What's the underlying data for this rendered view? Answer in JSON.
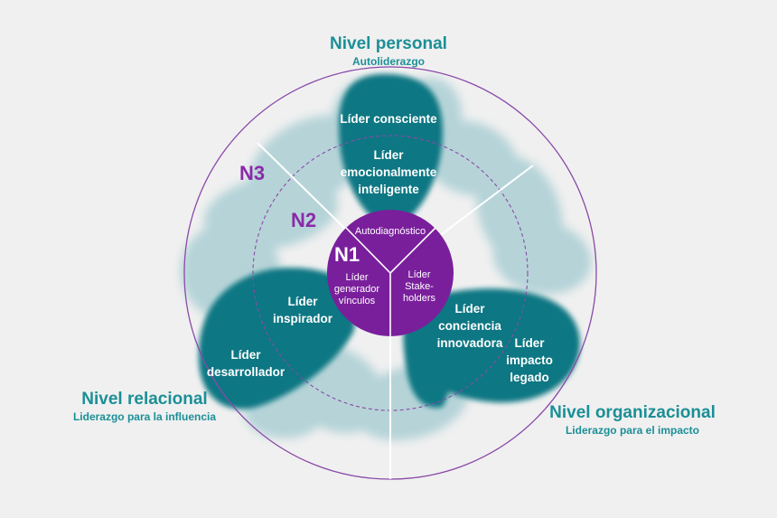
{
  "colors": {
    "background": "#f0f0f0",
    "teal_dark": "#0e7783",
    "teal_light": "#7bb8c1",
    "purple": "#7a1f9c",
    "ring_purple": "#8a4aa8",
    "title_teal": "#1b8f96",
    "label_purple": "#8a2aa8",
    "white": "#ffffff"
  },
  "levels": {
    "personal": {
      "title": "Nivel personal",
      "subtitle": "Autoliderazgo"
    },
    "relacional": {
      "title": "Nivel relacional",
      "subtitle": "Liderazgo para la influencia"
    },
    "organizacional": {
      "title": "Nivel organizacional",
      "subtitle": "Liderazgo para el impacto"
    }
  },
  "rings": {
    "n3": "N3",
    "n2": "N2",
    "n1": "N1"
  },
  "core": {
    "top": "Autodiagnóstico",
    "left": [
      "Líder",
      "generador",
      "vínculos"
    ],
    "right": [
      "Líder",
      "Stake-",
      "holders"
    ]
  },
  "petals": {
    "personal": {
      "outer": [
        "Líder consciente"
      ],
      "inner": [
        "Líder",
        "emocionalmente",
        "inteligente"
      ]
    },
    "relacional": {
      "inner": [
        "Líder",
        "inspirador"
      ],
      "outer": [
        "Líder",
        "desarrollador"
      ]
    },
    "organizacional": {
      "inner": [
        "Líder",
        "conciencia",
        "innovadora"
      ],
      "outer": [
        "Líder",
        "impacto",
        "legado"
      ]
    }
  }
}
